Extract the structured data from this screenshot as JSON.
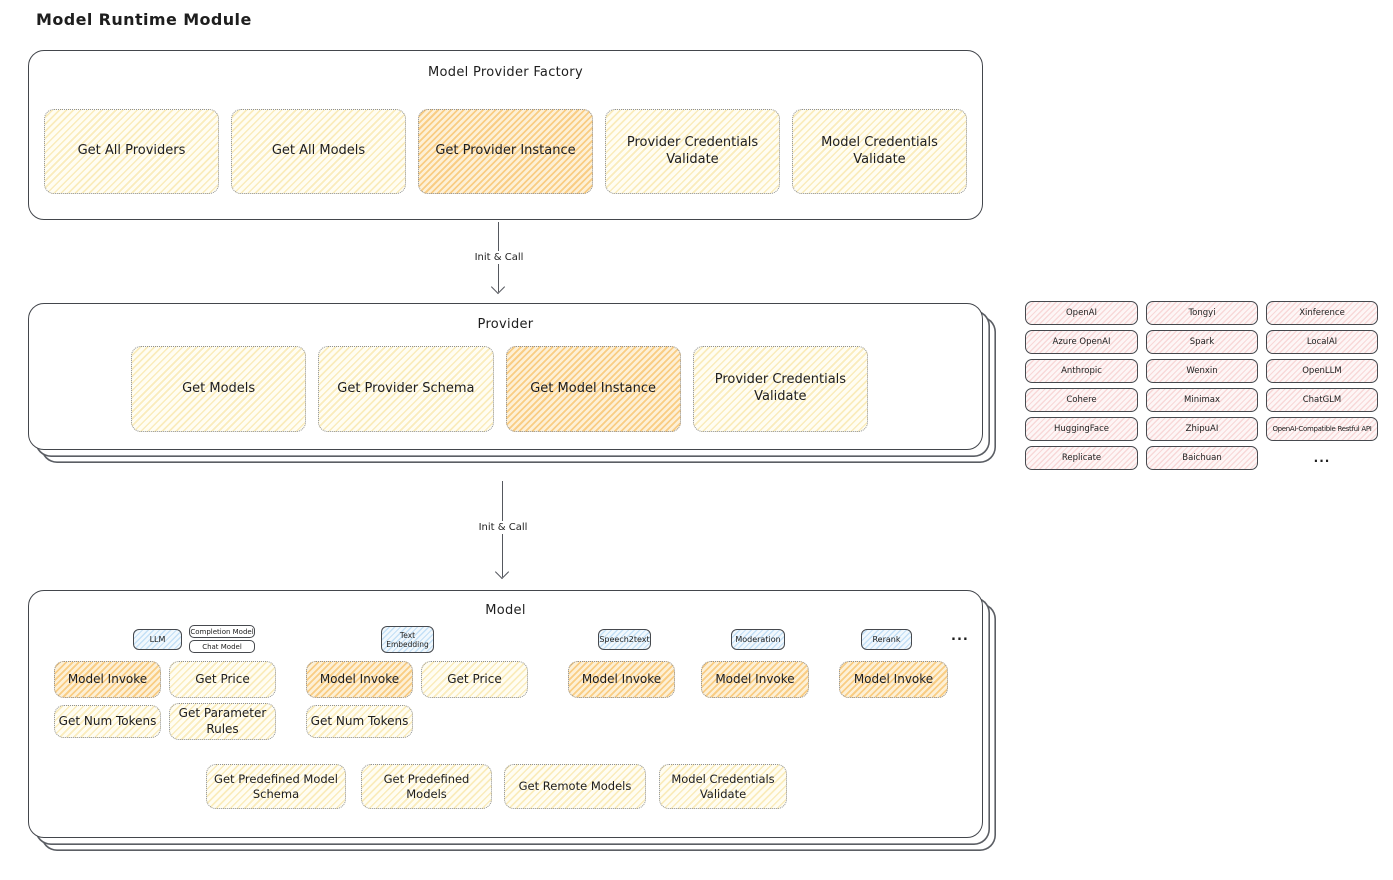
{
  "page_title": "Model Runtime Module",
  "arrows": {
    "factory_to_provider": "Init & Call",
    "provider_to_model": "Init & Call"
  },
  "factory": {
    "title": "Model Provider Factory",
    "buttons": [
      {
        "label": "Get All Providers",
        "highlighted": false
      },
      {
        "label": "Get All Models",
        "highlighted": false
      },
      {
        "label": "Get Provider Instance",
        "highlighted": true
      },
      {
        "label": "Provider Credentials Validate",
        "highlighted": false
      },
      {
        "label": "Model Credentials Validate",
        "highlighted": false
      }
    ]
  },
  "provider": {
    "title": "Provider",
    "buttons": [
      {
        "label": "Get Models",
        "highlighted": false
      },
      {
        "label": "Get Provider Schema",
        "highlighted": false
      },
      {
        "label": "Get Model Instance",
        "highlighted": true
      },
      {
        "label": "Provider Credentials Validate",
        "highlighted": false
      }
    ]
  },
  "provider_list": {
    "rows": [
      [
        "OpenAI",
        "Tongyi",
        "Xinference"
      ],
      [
        "Azure OpenAI",
        "Spark",
        "LocalAI"
      ],
      [
        "Anthropic",
        "Wenxin",
        "OpenLLM"
      ],
      [
        "Cohere",
        "Minimax",
        "ChatGLM"
      ],
      [
        "HuggingFace",
        "ZhipuAI",
        "OpenAI-Compatible Restful API"
      ],
      [
        "Replicate",
        "Baichuan",
        "..."
      ]
    ]
  },
  "model": {
    "title": "Model",
    "more": "...",
    "groups": [
      {
        "tab": "LLM",
        "subtabs": [
          "Completion Model",
          "Chat Model"
        ],
        "buttons": [
          "Model Invoke",
          "Get Price",
          "Get Num Tokens",
          "Get Parameter Rules"
        ]
      },
      {
        "tab": "Text Embedding",
        "buttons": [
          "Model Invoke",
          "Get Price",
          "Get Num Tokens"
        ]
      },
      {
        "tab": "Speech2text",
        "buttons": [
          "Model Invoke"
        ]
      },
      {
        "tab": "Moderation",
        "buttons": [
          "Model Invoke"
        ]
      },
      {
        "tab": "Rerank",
        "buttons": [
          "Model Invoke"
        ]
      }
    ],
    "bottom_buttons": [
      "Get Predefined Model Schema",
      "Get Predefined Models",
      "Get Remote Models",
      "Model Credentials Validate"
    ]
  },
  "colors": {
    "outer_border": "#43464c",
    "yellow_fill": "#f6de8f",
    "orange_fill": "#f7b852",
    "pink_fill": "#f2b4b4",
    "blue_fill": "#96c8ee",
    "text": "#1e1e1e"
  }
}
